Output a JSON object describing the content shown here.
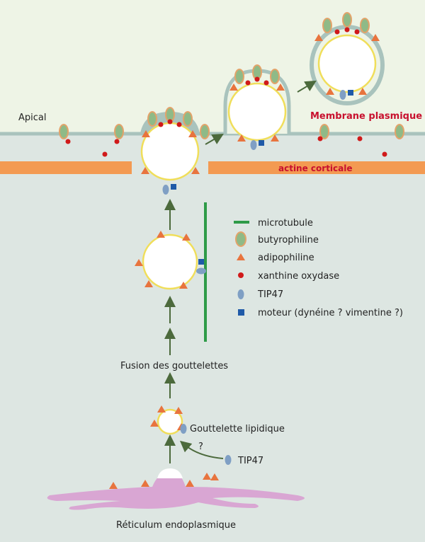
{
  "labels": {
    "apical": "Apical",
    "membrane": "Membrane plasmique",
    "actin": "actine corticale",
    "fusion": "Fusion des gouttelettes",
    "droplet": "Gouttelette lipidique",
    "question": "?",
    "tip47_free": "TIP47",
    "er": "Réticulum  endoplasmique"
  },
  "legend": {
    "items": [
      {
        "symbol": "microtubule-line",
        "label": "microtubule"
      },
      {
        "symbol": "butyrophilin-icon",
        "label": "butyrophiline"
      },
      {
        "symbol": "adipophilin-icon",
        "label": "adipophiline"
      },
      {
        "symbol": "xanthine-oxidase-icon",
        "label": "xanthine oxydase"
      },
      {
        "symbol": "tip47-icon",
        "label": "TIP47"
      },
      {
        "symbol": "motor-icon",
        "label": "moteur (dynéine ? vimentine ?)"
      }
    ]
  },
  "colors": {
    "cytoplasm": "#dde6e2",
    "lumen": "#eef4e6",
    "membrane": "#a9c3bd",
    "actin": "#f39a52",
    "microtubule": "#2e9b48",
    "butyrophilin_fill": "#8fba87",
    "butyrophilin_stroke": "#e3a36a",
    "adipophilin": "#e8743e",
    "xanthine_oxidase": "#d01a1a",
    "tip47": "#7f9fc4",
    "motor": "#1f5aa8",
    "droplet_stroke": "#f0de5a",
    "er": "#d9a6d3",
    "arrow": "#4c6a3c",
    "title_red": "#c8102e"
  }
}
